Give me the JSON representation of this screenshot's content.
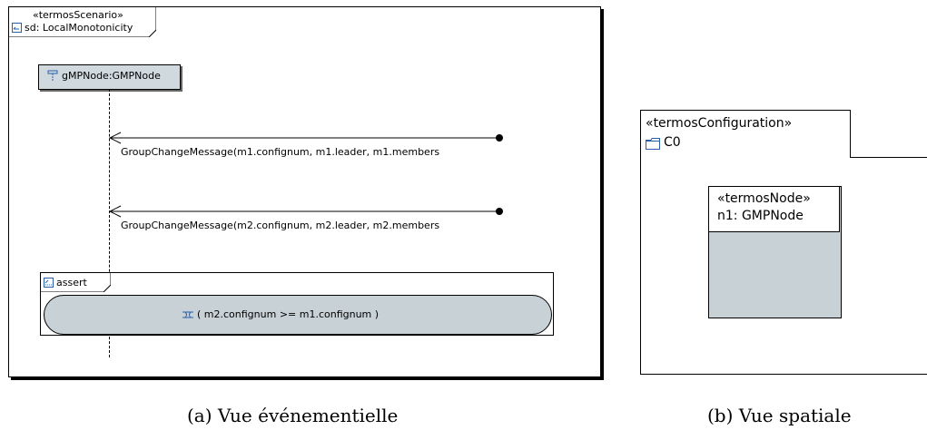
{
  "left_diagram": {
    "stereotype": "«termosScenario»",
    "name": "sd: LocalMonotonicity",
    "lifeline": "gMPNode:GMPNode",
    "messages": [
      "GroupChangeMessage(m1.confignum, m1.leader, m1.members",
      "GroupChangeMessage(m2.confignum, m2.leader, m2.members"
    ],
    "assert_label": "assert",
    "invariant": "( m2.confignum >= m1.confignum )"
  },
  "right_diagram": {
    "stereotype": "«termosConfiguration»",
    "name": "C0",
    "node_stereotype": "«termosNode»",
    "node_name": "n1: GMPNode"
  },
  "captions": {
    "a": "(a) Vue événementielle",
    "b": "(b) Vue spatiale"
  }
}
